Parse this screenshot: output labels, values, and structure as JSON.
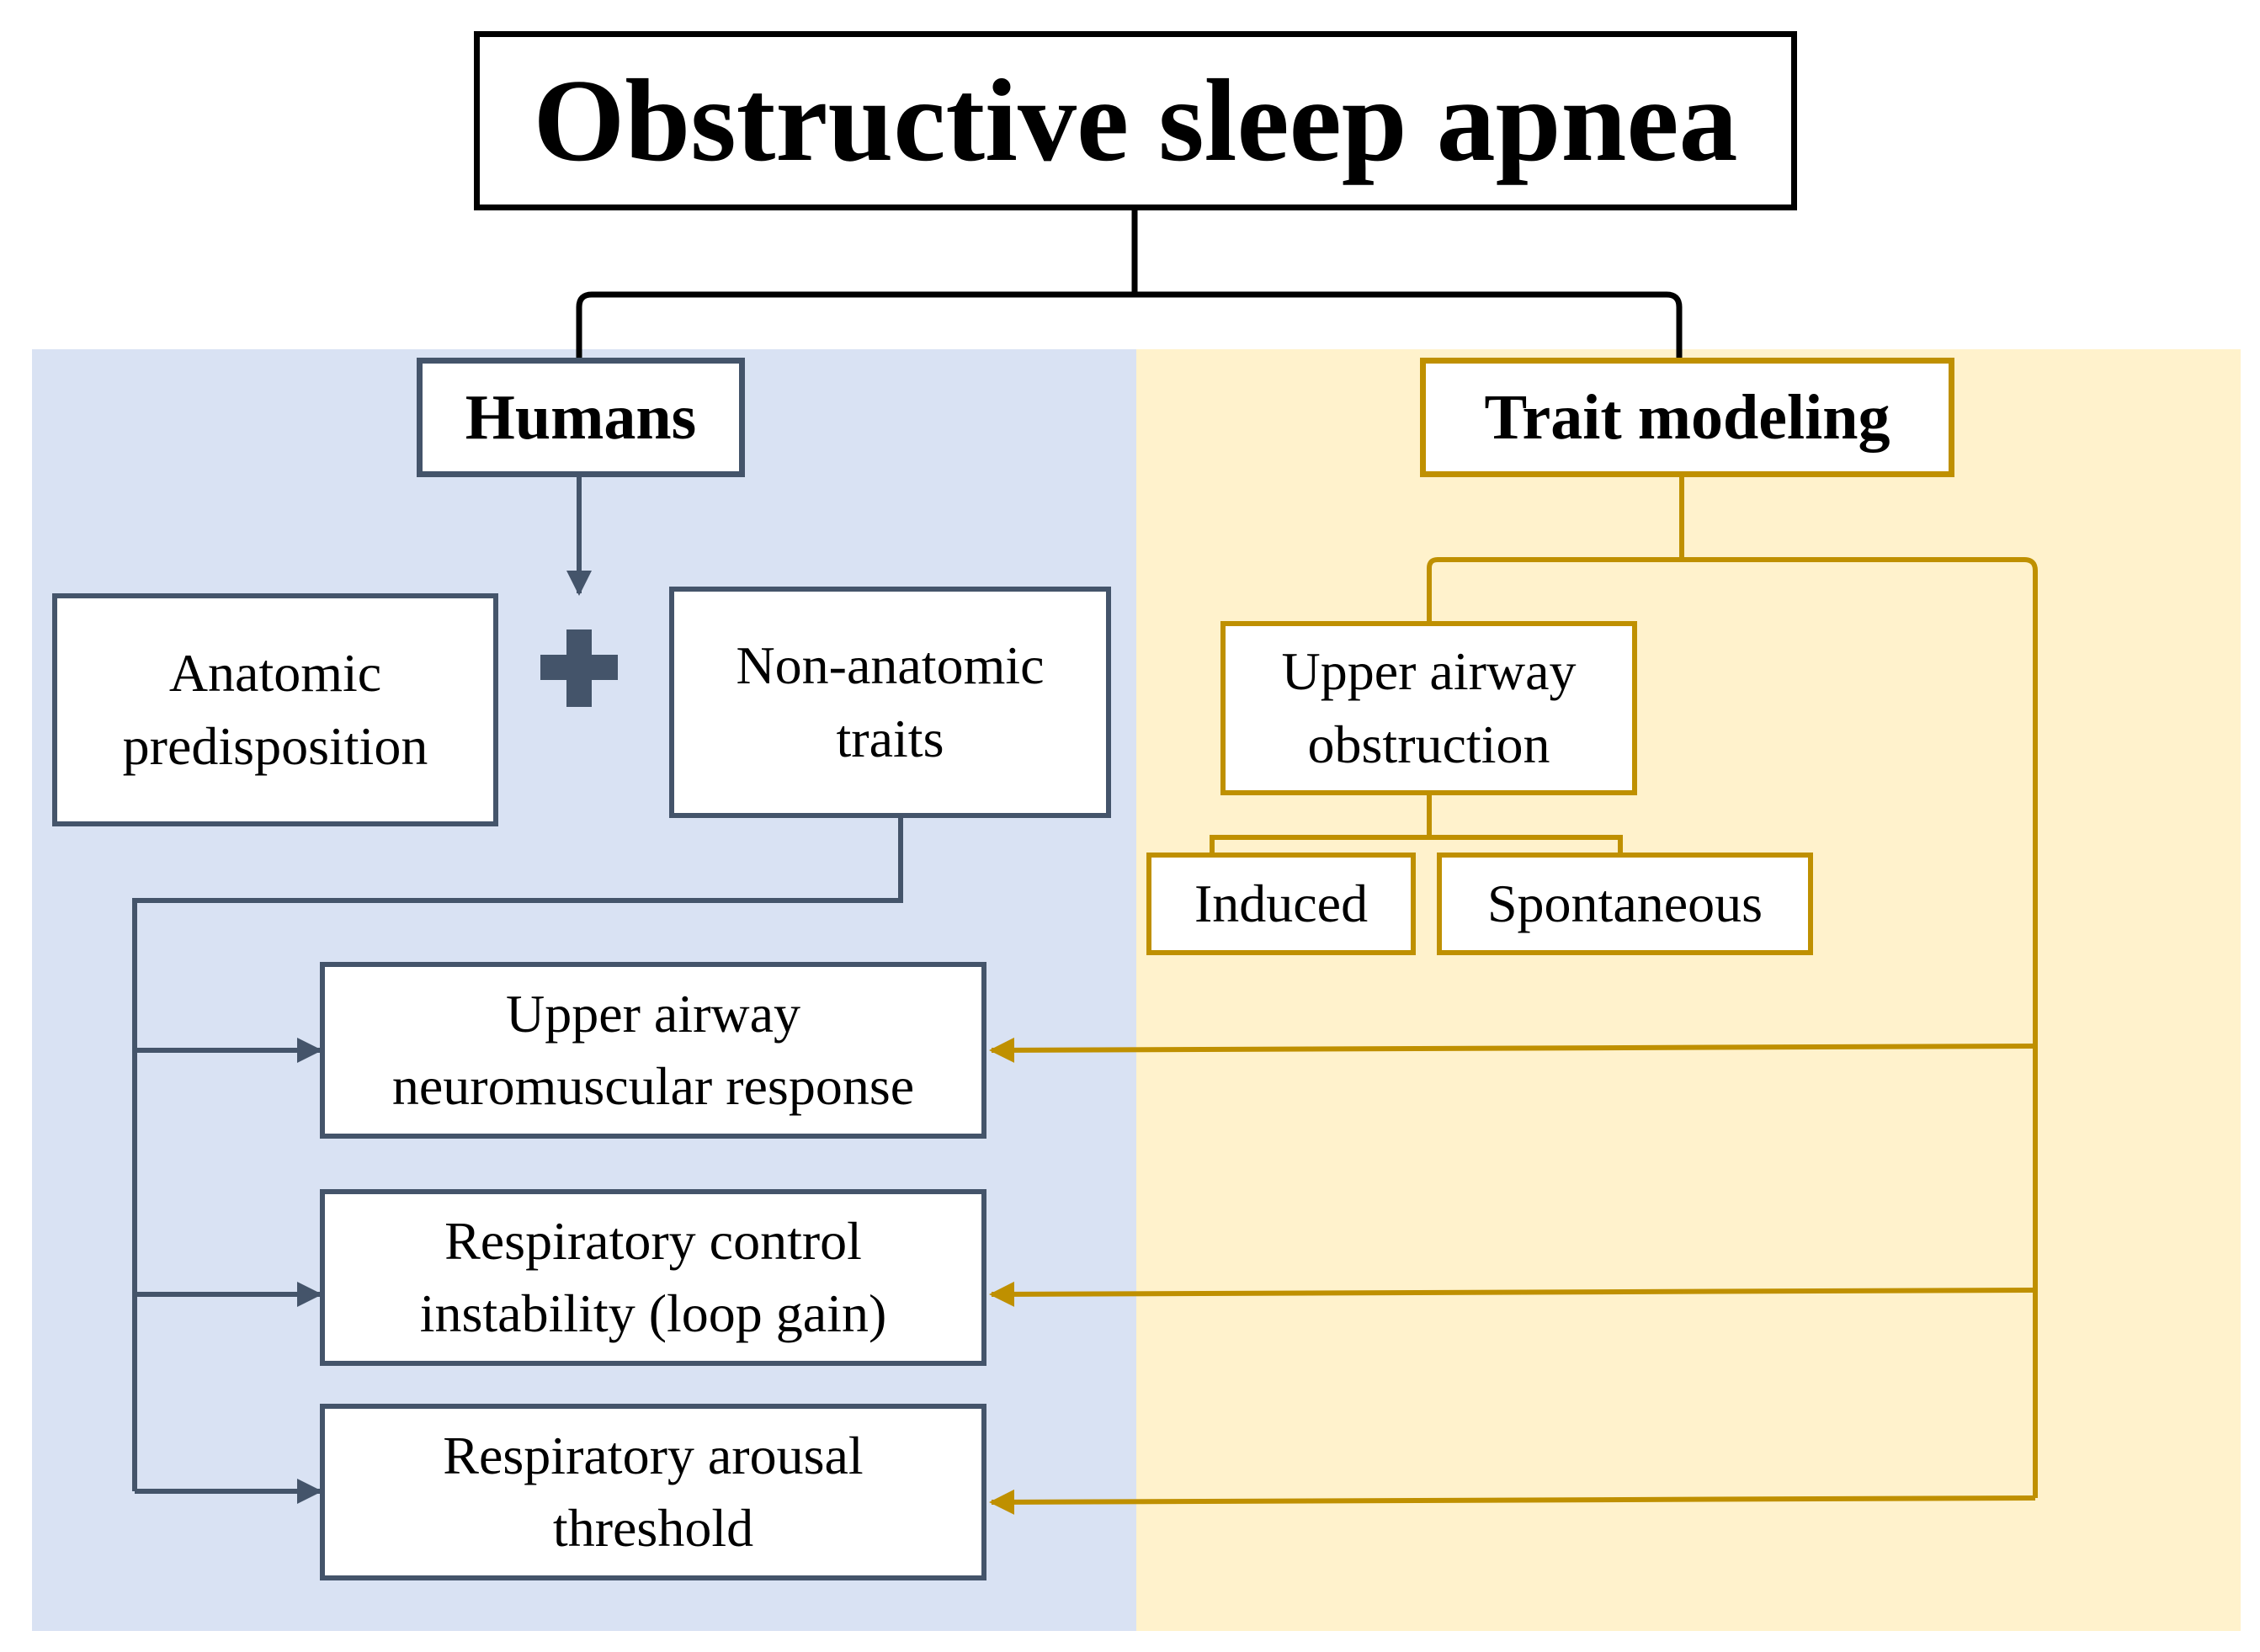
{
  "title": "Obstructive sleep apnea",
  "branches": {
    "humans": "Humans",
    "trait_modeling": "Trait modeling"
  },
  "humans_side": {
    "anatomic": "Anatomic predisposition",
    "non_anatomic": "Non-anatomic traits"
  },
  "trait_side": {
    "upper_airway_obstruction": "Upper airway obstruction",
    "induced": "Induced",
    "spontaneous": "Spontaneous"
  },
  "traits": [
    "Upper airway neuromuscular response",
    "Respiratory control instability (loop gain)",
    "Respiratory arousal threshold"
  ],
  "colors": {
    "humans_panel": "#d9e2f3",
    "trait_panel": "#fff2cc",
    "humans_line": "#44546a",
    "trait_line": "#bf9000",
    "title_line": "#000000"
  }
}
